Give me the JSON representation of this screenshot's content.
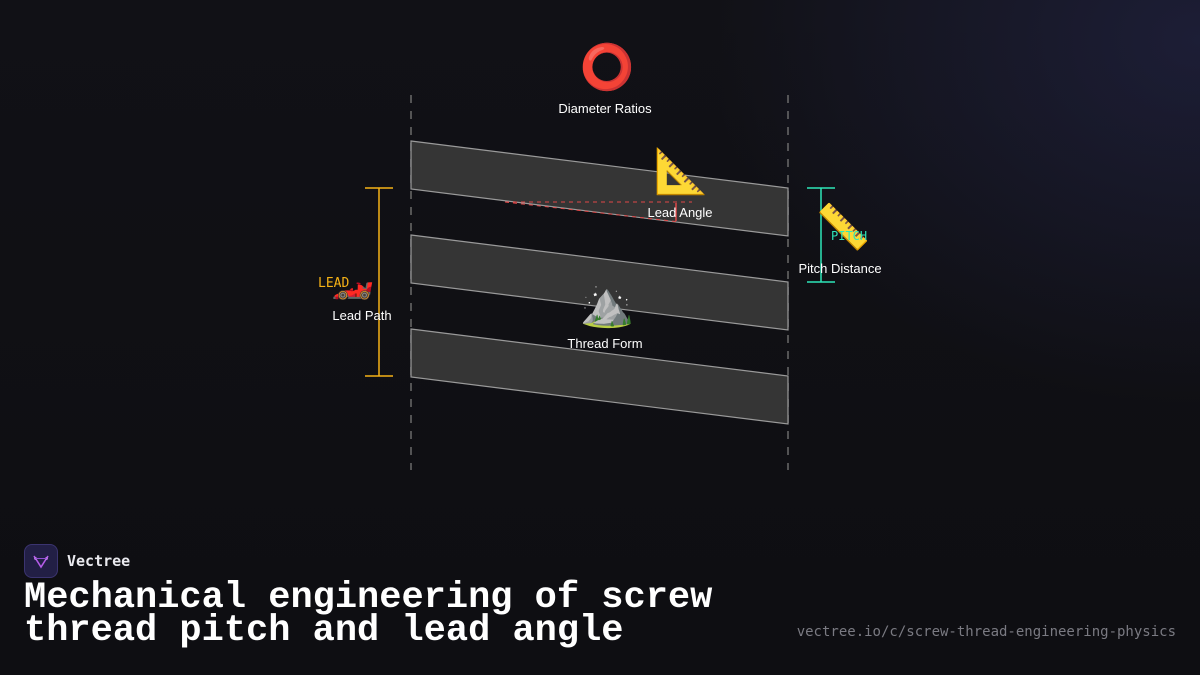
{
  "diagram": {
    "labels": {
      "diameter": "Diameter Ratios",
      "lead_angle": "Lead Angle",
      "pitch_distance": "Pitch Distance",
      "lead_path": "Lead Path",
      "thread_form": "Thread Form"
    },
    "tags": {
      "lead": "LEAD",
      "pitch": "PITCH"
    },
    "icons": {
      "diameter": "⭕",
      "lead_angle": "📐",
      "pitch": "📏",
      "lead_path": "🏎️",
      "thread_form": "⛰️"
    },
    "colors": {
      "lead": "#f5b216",
      "pitch": "#2ee6b8",
      "angle": "#e04848",
      "band_fill": "#353535",
      "band_stroke": "#9a9a9a"
    }
  },
  "brand": {
    "name": "Vectree"
  },
  "title": "Mechanical engineering of screw thread pitch and lead angle",
  "url": "vectree.io/c/screw-thread-engineering-physics"
}
